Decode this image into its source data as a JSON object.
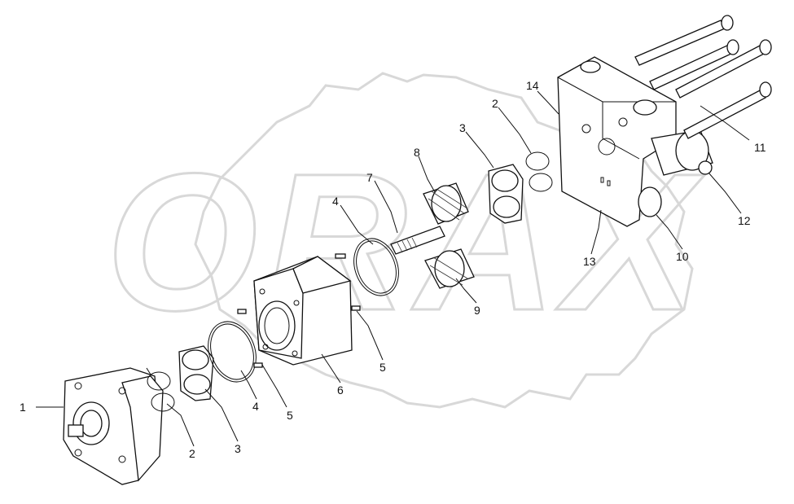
{
  "watermark": {
    "text": "ORAX"
  },
  "callouts": [
    {
      "id": "c1",
      "label": "1"
    },
    {
      "id": "c2a",
      "label": "2"
    },
    {
      "id": "c3a",
      "label": "3"
    },
    {
      "id": "c4a",
      "label": "4"
    },
    {
      "id": "c5a",
      "label": "5"
    },
    {
      "id": "c6",
      "label": "6"
    },
    {
      "id": "c5b",
      "label": "5"
    },
    {
      "id": "c4b",
      "label": "4"
    },
    {
      "id": "c7",
      "label": "7"
    },
    {
      "id": "c8",
      "label": "8"
    },
    {
      "id": "c3b",
      "label": "3"
    },
    {
      "id": "c2b",
      "label": "2"
    },
    {
      "id": "c9",
      "label": "9"
    },
    {
      "id": "c14",
      "label": "14"
    },
    {
      "id": "c13",
      "label": "13"
    },
    {
      "id": "c10",
      "label": "10"
    },
    {
      "id": "c11",
      "label": "11"
    },
    {
      "id": "c12",
      "label": "12"
    }
  ],
  "colors": {
    "line": "#111111",
    "watermark": "#d8d8d8",
    "background": "#ffffff"
  }
}
